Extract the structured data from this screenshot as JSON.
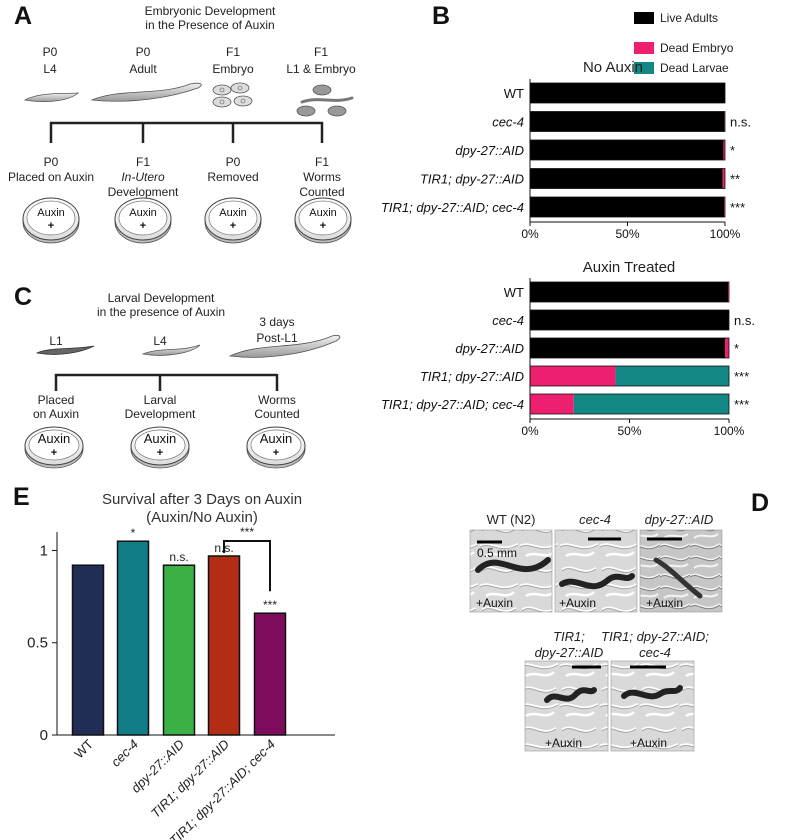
{
  "colors": {
    "live": "#000000",
    "dead_embryo": "#ef1f6f",
    "dead_larvae": "#128783",
    "e_bars": [
      "#202e55",
      "#117d87",
      "#3bb044",
      "#b12d14",
      "#7d0c5d"
    ]
  },
  "panels": {
    "A": {
      "letter": "A",
      "title_lines": [
        "Embryonic Development",
        "in the Presence of Auxin"
      ],
      "stages": [
        {
          "line1": "P0",
          "line2": "L4"
        },
        {
          "line1": "P0",
          "line2": "Adult"
        },
        {
          "line1": "F1",
          "line2": "Embryo"
        },
        {
          "line1": "F1",
          "line2": "L1 & Embryo"
        }
      ],
      "steps": [
        {
          "line1": "P0",
          "line2": "Placed on Auxin"
        },
        {
          "line1": "F1",
          "line2": "In-Utero",
          "line3": "Development"
        },
        {
          "line1": "P0",
          "line2": "Removed"
        },
        {
          "line1": "F1",
          "line2": "Worms",
          "line3": "Counted"
        }
      ],
      "plate_label": "Auxin",
      "plate_sign": "+"
    },
    "C": {
      "letter": "C",
      "title_lines": [
        "Larval Development",
        "in the presence of Auxin"
      ],
      "stages": [
        {
          "line1": "L1"
        },
        {
          "line1": "L4"
        },
        {
          "line1": "3 days",
          "line2": "Post-L1"
        }
      ],
      "steps": [
        {
          "line1": "Placed",
          "line2": "on Auxin"
        },
        {
          "line1": "Larval",
          "line2": "Development"
        },
        {
          "line1": "Worms",
          "line2": "Counted"
        }
      ],
      "plate_label": "Auxin",
      "plate_sign": "+"
    },
    "D": {
      "letter": "D",
      "images": [
        {
          "label": "WT (N2)",
          "scale_label": "0.5 mm",
          "treatment": "+Auxin"
        },
        {
          "label": "cec-4",
          "treatment": "+Auxin"
        },
        {
          "label": "dpy-27::AID",
          "treatment": "+Auxin"
        },
        {
          "label_lines": [
            "TIR1;",
            "dpy-27::AID"
          ],
          "treatment": "+Auxin"
        },
        {
          "label_lines": [
            "TIR1; dpy-27::AID;",
            "cec-4"
          ],
          "treatment": "+Auxin"
        }
      ]
    }
  },
  "chart_data": [
    {
      "panel": "B",
      "letter": "B",
      "type": "bar",
      "orientation": "horizontal",
      "stacked": true,
      "title": "No Auxin",
      "legend": {
        "placement": "top-right",
        "entries": [
          "Live Adults",
          "Dead Embryo",
          "Dead Larvae"
        ]
      },
      "categories": [
        "WT",
        "cec-4",
        "dpy-27::AID",
        "TIR1; dpy-27::AID",
        "TIR1; dpy-27::AID; cec-4"
      ],
      "series": [
        {
          "name": "Live Adults",
          "values": [
            100,
            99.7,
            99.2,
            98.8,
            99.5
          ]
        },
        {
          "name": "Dead Embryo",
          "values": [
            0,
            0.3,
            0.8,
            1.2,
            0.5
          ]
        },
        {
          "name": "Dead Larvae",
          "values": [
            0,
            0,
            0,
            0,
            0
          ]
        }
      ],
      "significance": [
        "",
        "n.s.",
        "*",
        "**",
        "***"
      ],
      "xlim": [
        0,
        100
      ],
      "xticks": [
        "0%",
        "50%",
        "100%"
      ]
    },
    {
      "panel": "B",
      "type": "bar",
      "orientation": "horizontal",
      "stacked": true,
      "title": "Auxin Treated",
      "categories": [
        "WT",
        "cec-4",
        "dpy-27::AID",
        "TIR1; dpy-27::AID",
        "TIR1; dpy-27::AID; cec-4"
      ],
      "series": [
        {
          "name": "Live Adults",
          "values": [
            99.5,
            100,
            98,
            0,
            0
          ]
        },
        {
          "name": "Dead Embryo",
          "values": [
            0.5,
            0,
            2,
            43,
            22
          ]
        },
        {
          "name": "Dead Larvae",
          "values": [
            0,
            0,
            0,
            57,
            78
          ]
        }
      ],
      "significance": [
        "",
        "n.s.",
        "*",
        "***",
        "***"
      ],
      "xlim": [
        0,
        100
      ],
      "xticks": [
        "0%",
        "50%",
        "100%"
      ]
    },
    {
      "panel": "E",
      "letter": "E",
      "type": "bar",
      "title": "Survival after 3 Days on Auxin",
      "subtitle": "(Auxin/No Auxin)",
      "categories": [
        "WT",
        "cec-4",
        "dpy-27::AID",
        "TIR1; dpy-27::AID",
        "TIR1; dpy-27::AID; cec-4"
      ],
      "values": [
        0.92,
        1.05,
        0.92,
        0.97,
        0.66
      ],
      "significance": [
        "",
        "*",
        "n.s.",
        "n.s.",
        "***"
      ],
      "bracket": {
        "from": 3,
        "to": 4,
        "label": "***"
      },
      "ylim": [
        0,
        1.1
      ],
      "yticks": [
        0,
        0.5,
        1
      ],
      "ytick_labels": [
        "0",
        "0.5",
        "1"
      ]
    }
  ]
}
